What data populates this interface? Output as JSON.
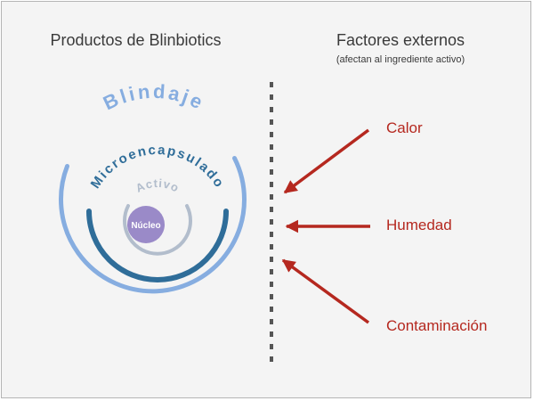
{
  "left_heading": "Productos de Blinbiotics",
  "right_heading": "Factores externos",
  "right_subheading": "(afectan al ingrediente activo)",
  "layers": {
    "outer": "Blindaje",
    "middle": "Microencapsulado",
    "inner": "Activo",
    "core": "Núcleo"
  },
  "factors": [
    "Calor",
    "Humedad",
    "Contaminación"
  ],
  "colors": {
    "outer_ring": "#86ade0",
    "middle_ring": "#2f6d99",
    "inner_ring": "#b2bdcc",
    "core": "#9a8ac8",
    "arrows": "#b5281f",
    "divider": "#555555"
  }
}
